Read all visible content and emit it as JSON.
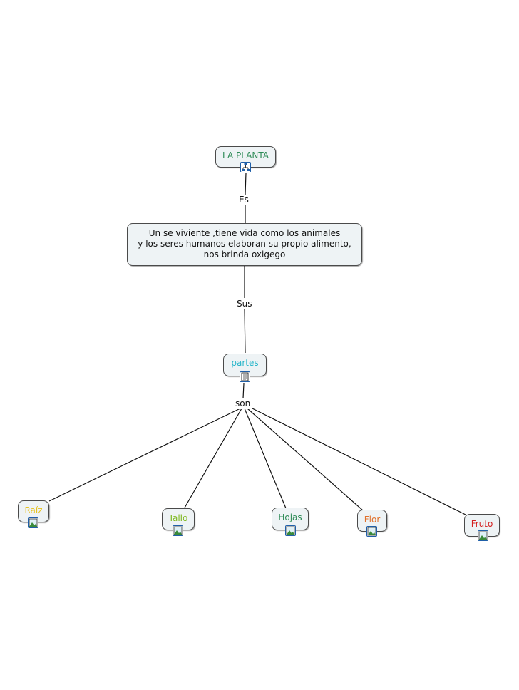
{
  "nodes": {
    "la_planta": {
      "text": "LA PLANTA",
      "color": "#2e8b57"
    },
    "description": {
      "lines": [
        "Un se viviente ,tiene vida como los animales",
        "y los seres humanos elaboran su propio alimento,",
        "nos brinda oxigego"
      ]
    },
    "partes": {
      "text": "partes",
      "color": "#26b5c9"
    },
    "raiz": {
      "text": "Raíz",
      "color": "#e6c21e"
    },
    "tallo": {
      "text": "Tallo",
      "color": "#7cb81c"
    },
    "hojas": {
      "text": "Hojas",
      "color": "#2e8b57"
    },
    "flor": {
      "text": "Flor",
      "color": "#e0702a"
    },
    "fruto": {
      "text": "Fruto",
      "color": "#d42020"
    }
  },
  "links": {
    "es": "Es",
    "sus": "Sus",
    "son": "son"
  },
  "icons": {
    "la_planta": "concept-map-icon",
    "partes": "document-icon",
    "parts": "image-icon"
  }
}
